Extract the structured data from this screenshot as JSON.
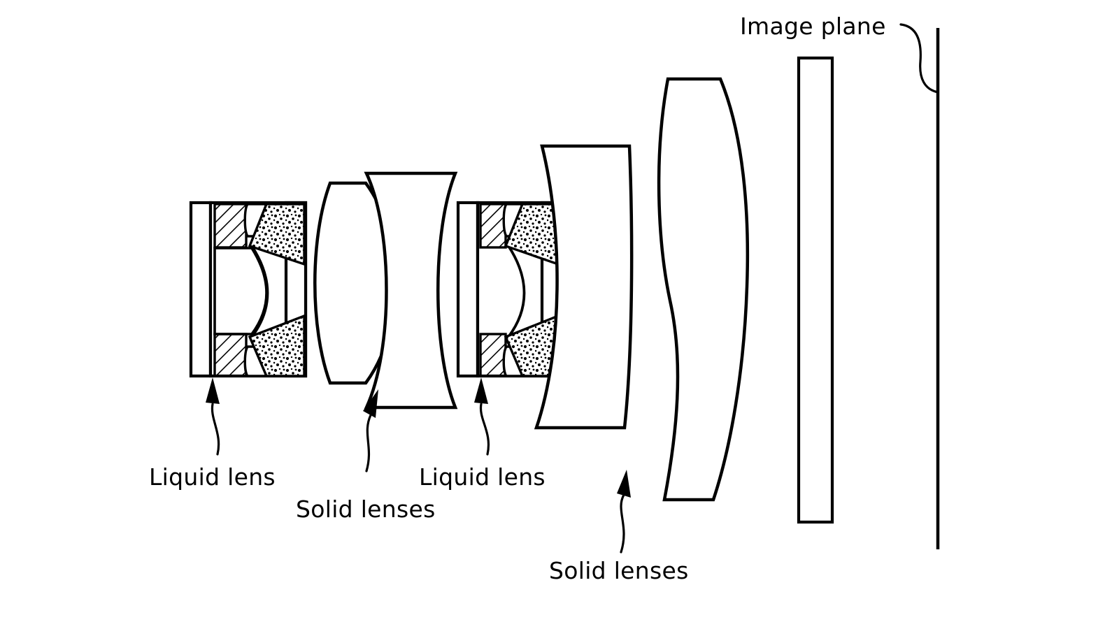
{
  "figure": {
    "kind": "optical-lens-cross-section-diagram",
    "background_color": "#ffffff",
    "line_color": "#000000"
  },
  "labels": {
    "liquid_lens_1": "Liquid lens",
    "liquid_lens_2": "Liquid lens",
    "solid_lenses_1": "Solid lenses",
    "solid_lenses_2": "Solid lenses",
    "image_plane": "Image plane"
  },
  "components": [
    {
      "name": "liquid-lens-assembly-1",
      "type": "liquid-lens",
      "order": 1
    },
    {
      "name": "solid-lens-biconvex",
      "type": "solid-lens",
      "order": 2
    },
    {
      "name": "solid-lens-biconcave",
      "type": "solid-lens",
      "order": 3
    },
    {
      "name": "liquid-lens-assembly-2",
      "type": "liquid-lens",
      "order": 4
    },
    {
      "name": "solid-lens-meniscus",
      "type": "solid-lens",
      "order": 5
    },
    {
      "name": "solid-lens-aspheric",
      "type": "solid-lens",
      "order": 6
    },
    {
      "name": "filter-plate",
      "type": "plate",
      "order": 7
    },
    {
      "name": "image-plane",
      "type": "image-plane",
      "order": 8
    }
  ]
}
